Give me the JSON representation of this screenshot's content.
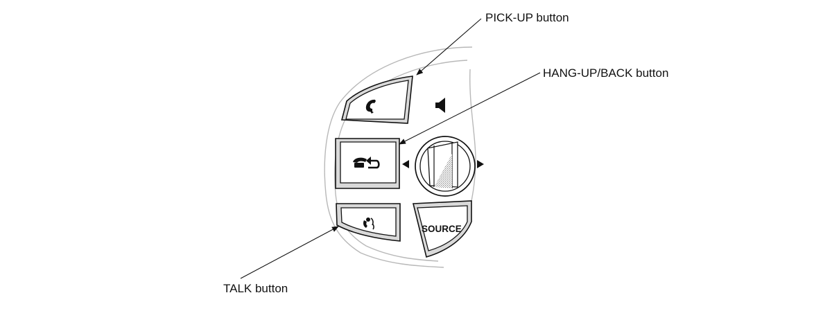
{
  "labels": {
    "pickup": "PICK-UP button",
    "hangup": "HANG-UP/BACK button",
    "talk": "TALK button"
  },
  "buttons": {
    "source": "SOURCE"
  },
  "icons": {
    "pickup": "phone-pickup-icon",
    "hangup": "phone-hangup-back-icon",
    "talk": "voice-talk-icon",
    "volume": "speaker-icon",
    "left": "arrow-left-icon",
    "right": "arrow-right-icon"
  },
  "colors": {
    "line": "#111111",
    "button_fill": "#ffffff",
    "button_shadow": "#d8d8d8",
    "housing": "#b8b8b8",
    "hatch": "#8a8a8a"
  }
}
